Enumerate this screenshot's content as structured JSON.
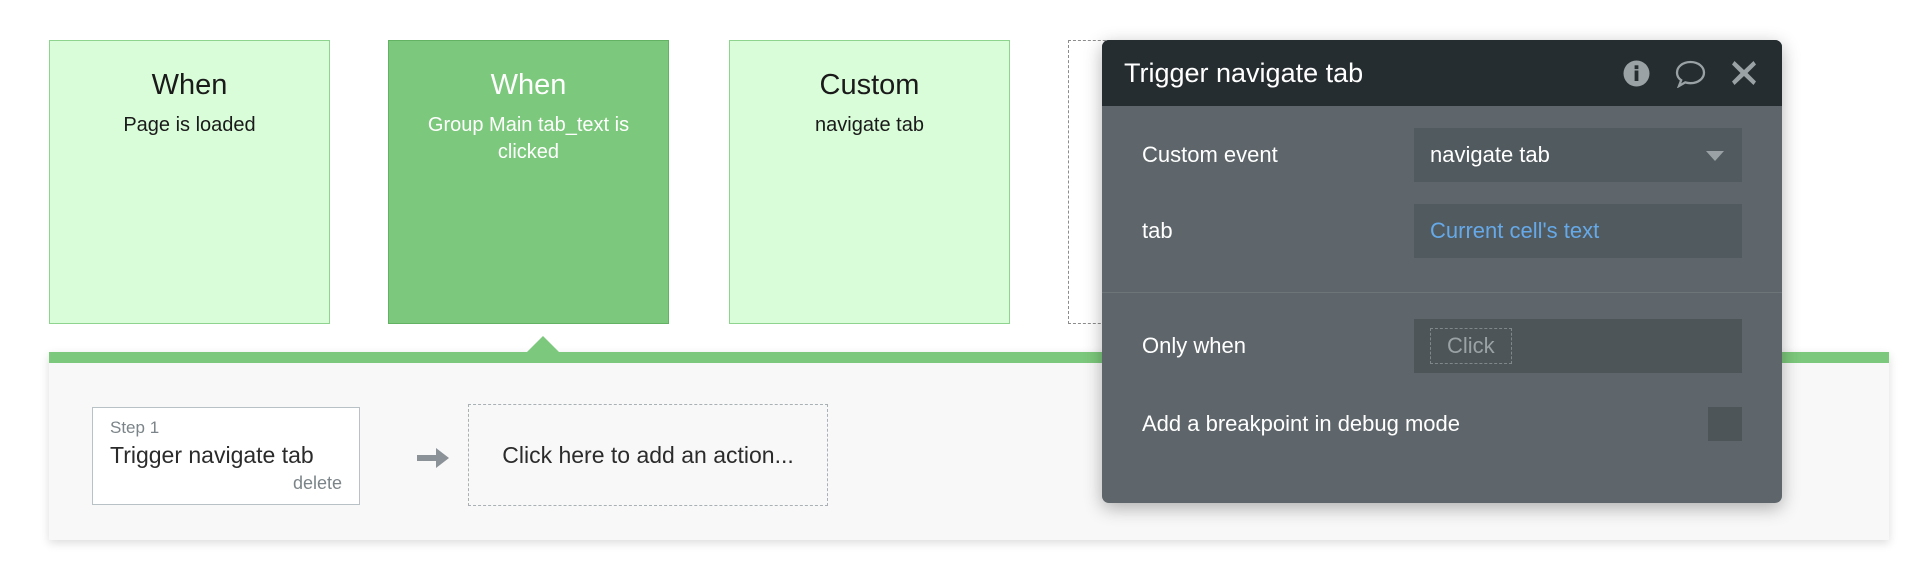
{
  "events": [
    {
      "title": "When",
      "subtitle": "Page is loaded",
      "state": "light"
    },
    {
      "title": "When",
      "subtitle": "Group Main tab_text is clicked",
      "state": "selected"
    },
    {
      "title": "Custom",
      "subtitle": "navigate tab",
      "state": "light"
    },
    {
      "title": "",
      "subtitle": "",
      "state": "ghost"
    }
  ],
  "workflow": {
    "step": {
      "number_label": "Step 1",
      "name": "Trigger navigate tab",
      "delete_label": "delete"
    },
    "arrow_icon": "arrow-right-icon",
    "add_action_label": "Click here to add an action..."
  },
  "dialog": {
    "title": "Trigger navigate tab",
    "header_icons": [
      "info-icon",
      "comment-icon",
      "close-icon"
    ],
    "fields": [
      {
        "label": "Custom event",
        "value": "navigate tab",
        "type": "dropdown"
      },
      {
        "label": "tab",
        "value": "Current cell's text",
        "type": "dynamic-expression"
      }
    ],
    "only_when": {
      "label": "Only when",
      "placeholder": "Click"
    },
    "breakpoint": {
      "label": "Add a breakpoint in debug mode",
      "checked": false
    }
  },
  "colors": {
    "card_light": "#d9fcd9",
    "card_light_border": "#8ed48e",
    "card_selected": "#7cc87c",
    "card_selected_border": "#63b163",
    "panel_bar": "#7cc87c",
    "dialog_header": "#262d31",
    "dialog_body": "#5e666b",
    "dialog_input": "#515a5f",
    "dynamic_text": "#66a9e8"
  }
}
